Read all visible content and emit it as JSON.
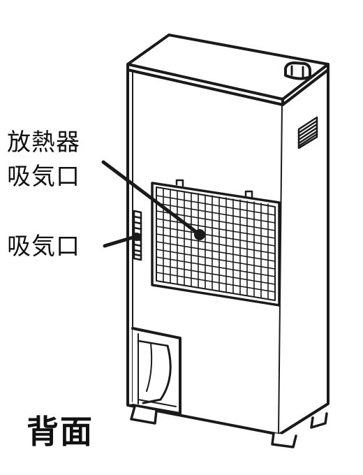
{
  "callouts": {
    "radiator_intake_line1": "放熱器",
    "radiator_intake_line2": "吸気口",
    "side_intake": "吸気口"
  },
  "view_label": "背面",
  "colors": {
    "stroke": "#1a1a1a",
    "background": "#ffffff"
  }
}
